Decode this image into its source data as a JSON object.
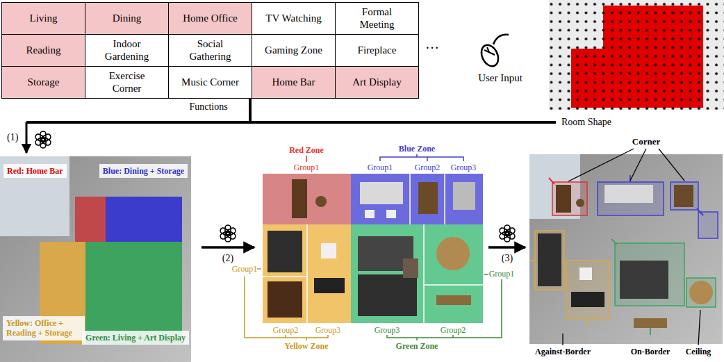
{
  "diagram": {
    "nodes": [
      {
        "text": [
          "Red: Home Bar"
        ]
      },
      {
        "text": [
          "Blue: Dining + Storage"
        ]
      },
      {
        "text": [
          "Yellow: Office + Reading + Storage"
        ]
      },
      {
        "text": [
          "Green: Living + Art Display"
        ]
      }
    ],
    "labels": [
      "Living",
      "Dining",
      "Home Office",
      "TV Watching",
      "Formal Meeting",
      "Reading",
      "Indoor Gardening",
      "Social Gathering",
      "Gaming Zone",
      "Fireplace",
      "Storage",
      "Exercise Corner",
      "Music Corner",
      "Home Bar",
      "Art Display",
      "…",
      "User Input",
      "Functions",
      "Room Shape",
      "(1)",
      "(2)",
      "(3)",
      "Red Zone",
      "Group1",
      "Blue Zone",
      "Group1",
      "Group2",
      "Group3",
      "Group1",
      "Group2",
      "Group3",
      "Yellow Zone",
      "Group1",
      "Group3",
      "Group2",
      "Green Zone",
      "Corner",
      "Against-Border",
      "On-Border",
      "Ceiling"
    ]
  }
}
